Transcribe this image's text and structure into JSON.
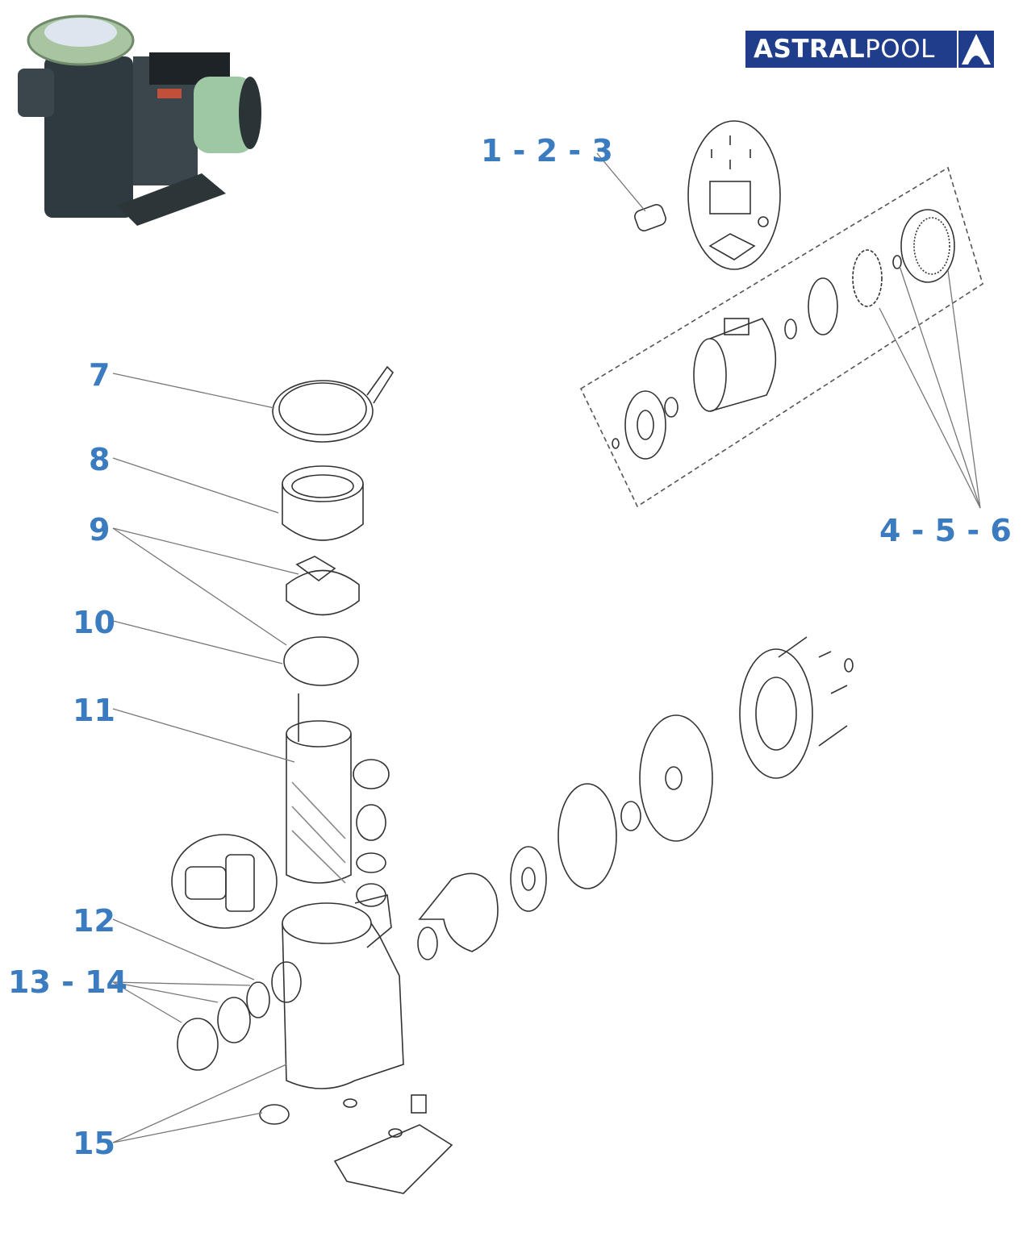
{
  "brand": {
    "logo_text": "ASTRALPOOL",
    "logo_bold": "ASTRAL",
    "logo_light": "POOL"
  },
  "labels": {
    "p123": "1 - 2 - 3",
    "p456": "4 - 5 - 6",
    "p7": "7",
    "p8": "8",
    "p9": "9",
    "p10": "10",
    "p11": "11",
    "p12": "12",
    "p1314": "13 - 14",
    "p15": "15"
  },
  "colors": {
    "label": "#3b7bbf",
    "logo_bg": "#1f3d8a",
    "leader": "#777777"
  }
}
